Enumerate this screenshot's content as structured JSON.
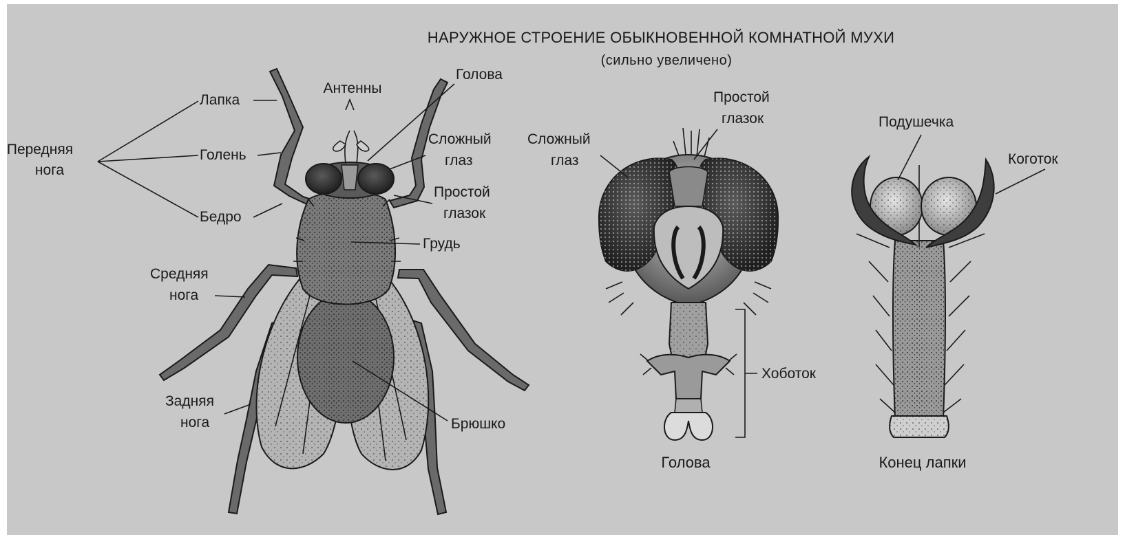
{
  "title": "НАРУЖНОЕ СТРОЕНИЕ ОБЫКНОВЕННОЙ КОМНАТНОЙ МУХИ",
  "subtitle": "(сильно увеличено)",
  "colors": {
    "page": "#ffffff",
    "panel": "#c8c8c8",
    "ink": "#1a1a1a",
    "body_dark": "#3e3e3e",
    "body_mid": "#808080",
    "wing": "#b0b0b0"
  },
  "fly_labels": {
    "front_leg": [
      "Передняя",
      "нога"
    ],
    "tarsus": "Лапка",
    "tibia": "Голень",
    "femur": "Бедро",
    "antennae": "Антенны",
    "head": "Голова",
    "compound_eye": [
      "Сложный",
      "глаз"
    ],
    "ocellus": [
      "Простой",
      "глазок"
    ],
    "thorax": "Грудь",
    "middle_leg": [
      "Средняя",
      "нога"
    ],
    "hind_leg": [
      "Задняя",
      "нога"
    ],
    "abdomen": "Брюшко"
  },
  "head_labels": {
    "compound_eye": [
      "Сложный",
      "глаз"
    ],
    "ocellus": [
      "Простой",
      "глазок"
    ],
    "proboscis": "Хоботок",
    "caption": "Голова"
  },
  "foot_labels": {
    "pad": "Подушечка",
    "claw": "Коготок",
    "caption": "Конец лапки"
  }
}
